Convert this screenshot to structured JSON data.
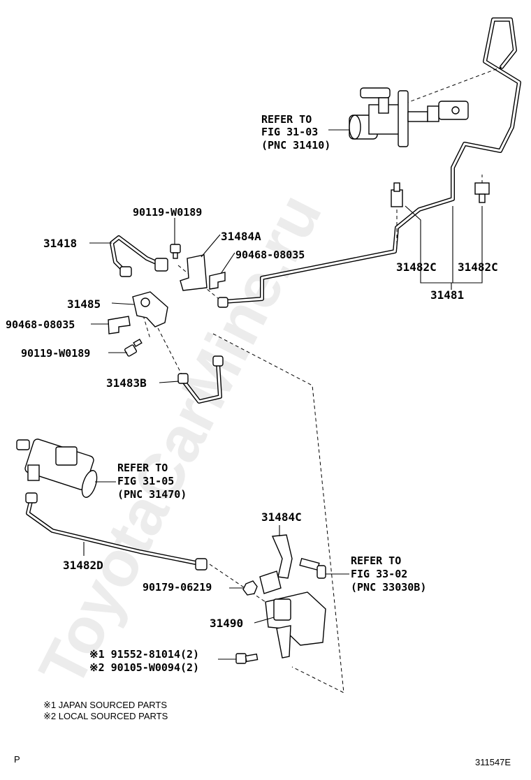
{
  "watermark": "ToyotaCarMine.ru",
  "part_labels": {
    "p31418": "31418",
    "p90119_top": "90119-W0189",
    "p31484A": "31484A",
    "p90468_right": "90468-08035",
    "p31485": "31485",
    "p90468_left": "90468-08035",
    "p90119_left": "90119-W0189",
    "p31483B": "31483B",
    "p31482C_a": "31482C",
    "p31482C_b": "31482C",
    "p31481": "31481",
    "p31484C": "31484C",
    "p31482D": "31482D",
    "p90179": "90179-06219",
    "p31490": "31490",
    "p91552": "※1 91552-81014(2)",
    "p90105": "※2 90105-W0094(2)"
  },
  "references": {
    "master_cylinder": {
      "line1": "REFER TO",
      "line2": "FIG 31-03",
      "line3": "(PNC 31410)"
    },
    "release_cylinder": {
      "line1": "REFER TO",
      "line2": "FIG 31-05",
      "line3": "(PNC 31470)"
    },
    "pedal_bolt": {
      "line1": "REFER TO",
      "line2": "FIG 33-02",
      "line3": "(PNC 33030B)"
    }
  },
  "footnotes": {
    "note1": "※1 JAPAN SOURCED PARTS",
    "note2": "※2 LOCAL SOURCED PARTS"
  },
  "corner": {
    "left": "P",
    "figure_code": "311547E"
  }
}
